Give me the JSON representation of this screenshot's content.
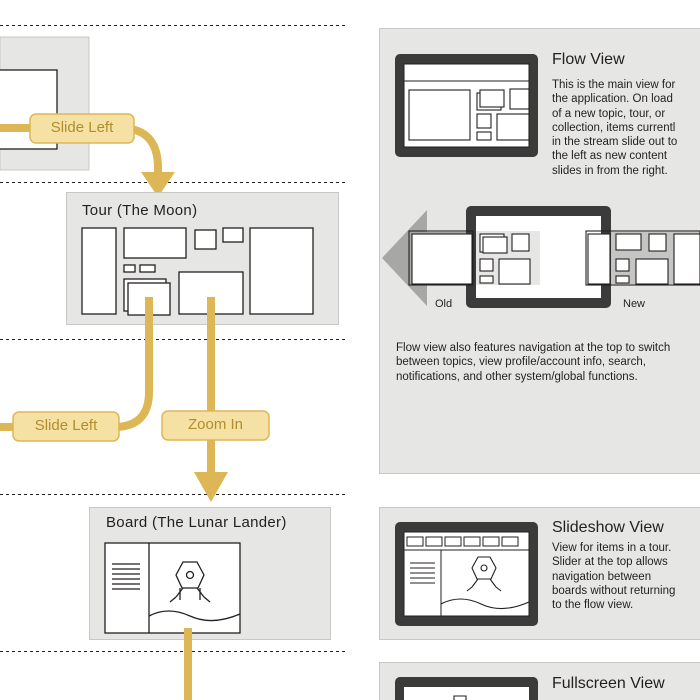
{
  "colors": {
    "gold": "#ddb655",
    "gold_fill": "#f6e1a4",
    "gold_text": "#b08e2c",
    "panel_gray": "#e6e6e5",
    "frame_dark": "#3b3b3b",
    "line": "#231f20"
  },
  "arrow_labels": {
    "slide_left_1": "Slide Left",
    "slide_left_2": "Slide Left",
    "zoom_in": "Zoom In"
  },
  "nodes": {
    "tour": {
      "title": "Tour (The Moon)"
    },
    "board": {
      "title": "Board (The Lunar Lander)"
    }
  },
  "panels": {
    "flow": {
      "title": "Flow View",
      "description": "This is the main view for\nthe application. On load\nof a new topic, tour, or\ncollection, items currentl\nin the stream slide out to\nthe left as new content\nslides in from the right.",
      "old_label": "Old",
      "new_label": "New",
      "footer": "Flow view also features navigation at the top to switch between topics, view profile/account info, search, notifications, and other system/global functions."
    },
    "slideshow": {
      "title": "Slideshow View",
      "description": "View for items in a tour.\nSlider at the top allows\nnavigation between\nboards without returning\nto the flow view."
    },
    "fullscreen": {
      "title": "Fullscreen View"
    }
  }
}
